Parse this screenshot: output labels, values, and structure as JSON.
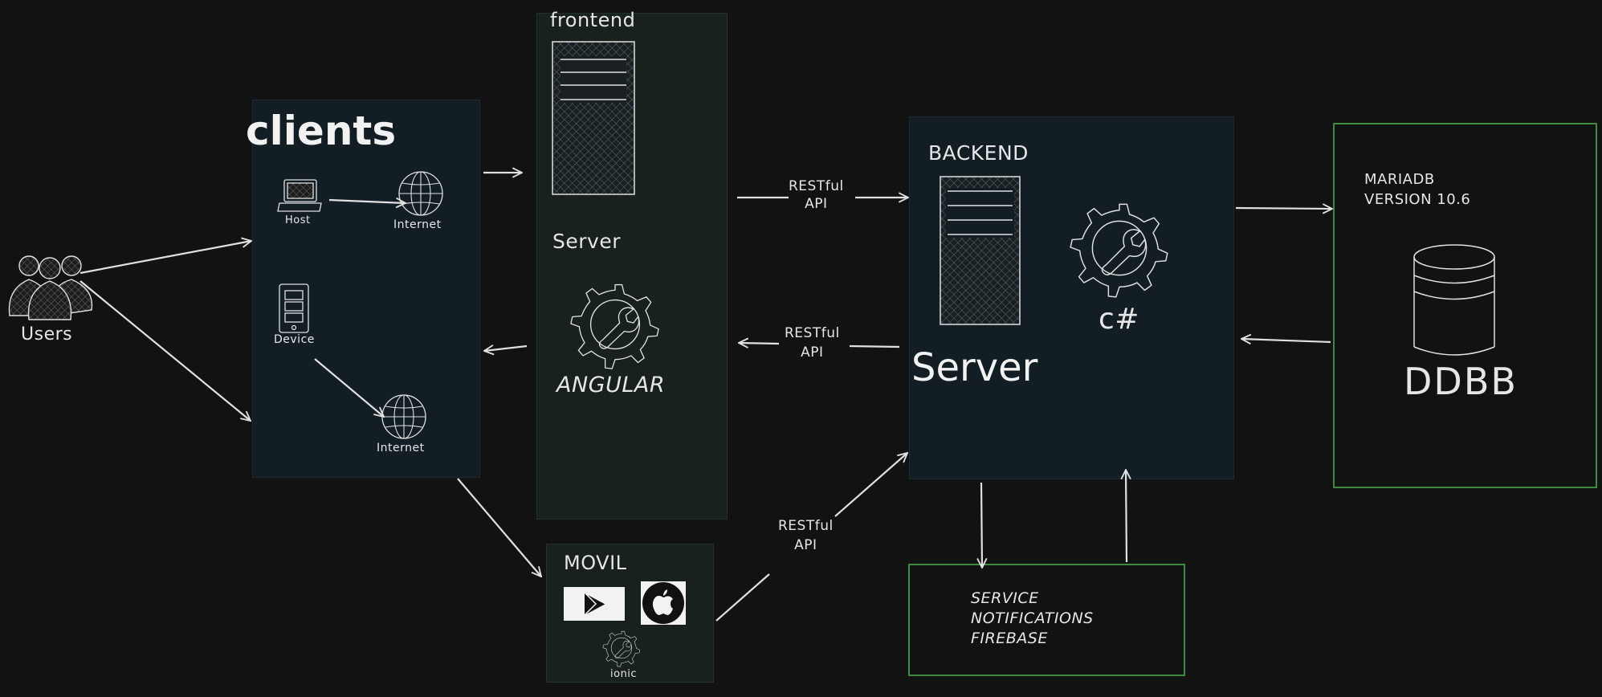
{
  "users": {
    "label": "Users"
  },
  "clients": {
    "title": "clients",
    "host_label": "Host",
    "internet_label_1": "Internet",
    "device_label": "Device",
    "internet_label_2": "Internet"
  },
  "frontend": {
    "title": "frontend",
    "server_label": "Server",
    "framework_label": "ANGULAR"
  },
  "connections": {
    "api_top": "RESTful\nAPI",
    "api_mid": "RESTful\nAPI",
    "api_bottom": "RESTful\nAPI"
  },
  "backend": {
    "title": "BACKEND",
    "lang_label": "c#",
    "server_label": "Server"
  },
  "database": {
    "info": "MARIADB\nVERSION 10.6",
    "label": "DDBB"
  },
  "mobile": {
    "title": "MOVIL",
    "framework_label": "ionic"
  },
  "service": {
    "label": "SERVICE\nNOTIFICATIONS\nFIREBASE"
  },
  "colors": {
    "background": "#121212",
    "stroke": "#e0e0e0",
    "green_border": "#3e8a42"
  }
}
